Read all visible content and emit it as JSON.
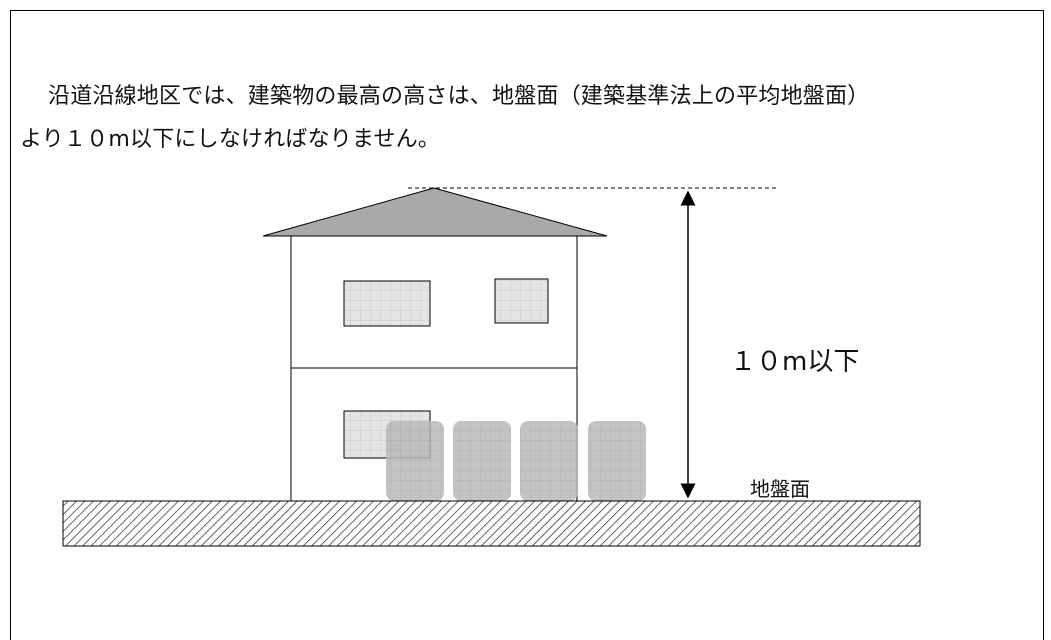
{
  "paragraph": {
    "line1": "沿道沿線地区では、建築物の最高の高さは、地盤面（建築基準法上の平均地盤面）",
    "line2": "より１０m以下にしなければなりません。"
  },
  "diagram": {
    "height_label": "１０m以下",
    "ground_label": "地盤面"
  }
}
